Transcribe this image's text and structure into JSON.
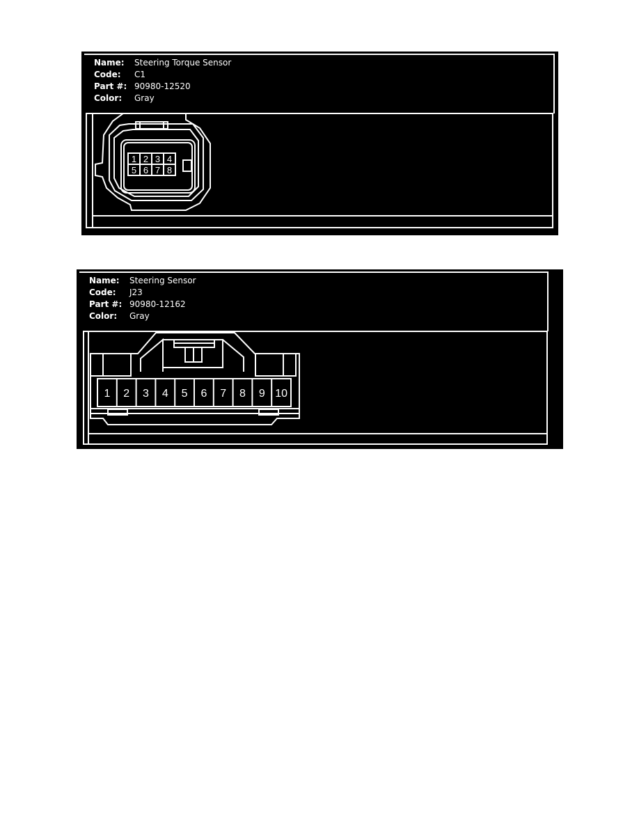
{
  "connectors": [
    {
      "labels": {
        "name": "Name:",
        "code": "Code:",
        "part": "Part #:",
        "color": "Color:"
      },
      "name": "Steering Torque Sensor",
      "code": "C1",
      "part_number": "90980-12520",
      "color": "Gray",
      "pins_top": [
        "1",
        "2",
        "3",
        "4"
      ],
      "pins_bottom": [
        "5",
        "6",
        "7",
        "8"
      ]
    },
    {
      "labels": {
        "name": "Name:",
        "code": "Code:",
        "part": "Part #:",
        "color": "Color:"
      },
      "name": "Steering Sensor",
      "code": "J23",
      "part_number": "90980-12162",
      "color": "Gray",
      "pins": [
        "1",
        "2",
        "3",
        "4",
        "5",
        "6",
        "7",
        "8",
        "9",
        "10"
      ]
    }
  ]
}
